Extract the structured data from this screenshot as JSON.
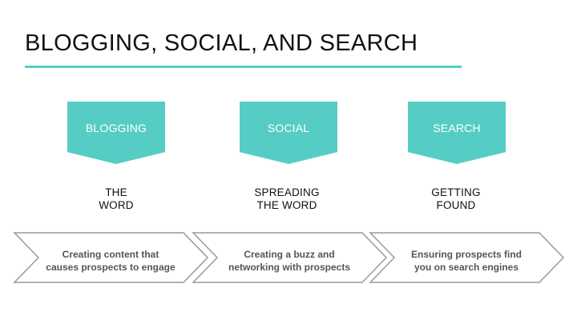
{
  "title": "BLOGGING, SOCIAL, AND SEARCH",
  "colors": {
    "accent": "#56cdc4",
    "arrow_stroke": "#999999",
    "arrow_text": "#555555"
  },
  "columns": [
    {
      "header": "BLOGGING",
      "caption": [
        "THE",
        "WORD"
      ],
      "description": [
        "Creating content that",
        "causes prospects to engage"
      ]
    },
    {
      "header": "SOCIAL",
      "caption": [
        "SPREADING",
        "THE WORD"
      ],
      "description": [
        "Creating a buzz and",
        "networking with prospects"
      ]
    },
    {
      "header": "SEARCH",
      "caption": [
        "GETTING",
        "FOUND"
      ],
      "description": [
        "Ensuring prospects find",
        "you on search engines"
      ]
    }
  ]
}
